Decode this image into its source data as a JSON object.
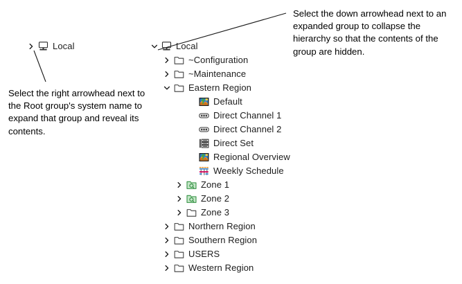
{
  "annotations": {
    "left": "Select the right arrowhead next to the Root group's system name to expand that group and reveal its contents.",
    "right": "Select the down arrowhead next to an expanded group to collapse the hierarchy so that the contents of the group are hidden."
  },
  "collapsed_tree": {
    "nodes": [
      {
        "label": "Local",
        "icon": "computer-icon",
        "twisty": "chevron-right",
        "indent": 0
      }
    ]
  },
  "expanded_tree": {
    "nodes": [
      {
        "label": "Local",
        "icon": "computer-icon",
        "twisty": "chevron-down",
        "indent": 0
      },
      {
        "label": "~Configuration",
        "icon": "folder-icon",
        "twisty": "chevron-right",
        "indent": 1
      },
      {
        "label": "~Maintenance",
        "icon": "folder-icon",
        "twisty": "chevron-right",
        "indent": 1
      },
      {
        "label": "Eastern Region",
        "icon": "folder-icon",
        "twisty": "chevron-down",
        "indent": 1
      },
      {
        "label": "Default",
        "icon": "map-view-icon",
        "twisty": "none",
        "indent": 3
      },
      {
        "label": "Direct Channel 1",
        "icon": "channel-icon",
        "twisty": "none",
        "indent": 3
      },
      {
        "label": "Direct Channel 2",
        "icon": "channel-icon",
        "twisty": "none",
        "indent": 3
      },
      {
        "label": "Direct Set",
        "icon": "direct-set-icon",
        "twisty": "none",
        "indent": 3
      },
      {
        "label": "Regional Overview",
        "icon": "map-view-icon",
        "twisty": "none",
        "indent": 3
      },
      {
        "label": "Weekly Schedule",
        "icon": "schedule-icon",
        "twisty": "none",
        "indent": 3
      },
      {
        "label": "Zone 1",
        "icon": "folder-green-icon",
        "twisty": "chevron-right",
        "indent": 2
      },
      {
        "label": "Zone 2",
        "icon": "folder-green-icon",
        "twisty": "chevron-right",
        "indent": 2
      },
      {
        "label": "Zone 3",
        "icon": "folder-icon",
        "twisty": "chevron-right",
        "indent": 2
      },
      {
        "label": "Northern Region",
        "icon": "folder-icon",
        "twisty": "chevron-right",
        "indent": 1
      },
      {
        "label": "Southern Region",
        "icon": "folder-icon",
        "twisty": "chevron-right",
        "indent": 1
      },
      {
        "label": "USERS",
        "icon": "folder-icon",
        "twisty": "chevron-right",
        "indent": 1
      },
      {
        "label": "Western Region",
        "icon": "folder-icon",
        "twisty": "chevron-right",
        "indent": 1
      }
    ]
  },
  "colors": {
    "text": "#1a1a1a",
    "folder_outline": "#3c3c3c",
    "folder_green_fill": "#c5e6c8",
    "folder_green_outline": "#2f8f3f",
    "leader_line": "#1a1a1a",
    "map_green": "#3fa93f",
    "map_orange": "#e8922a",
    "map_blue": "#2f7fd0",
    "schedule_magenta": "#d4005a"
  }
}
